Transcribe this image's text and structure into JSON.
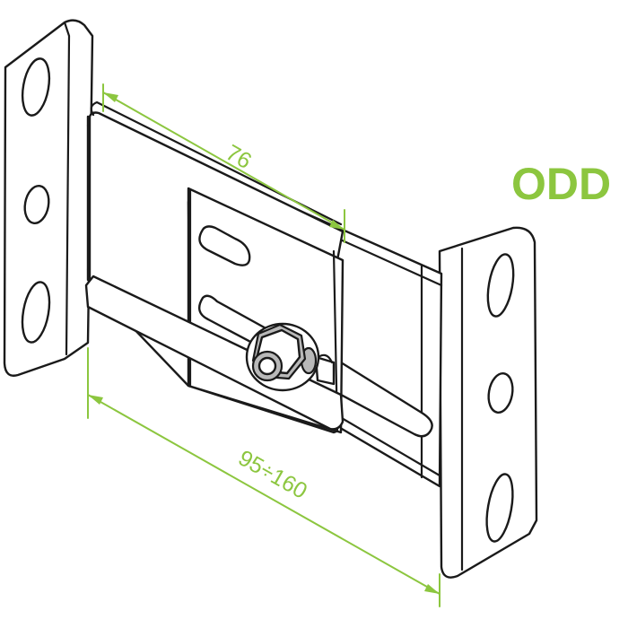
{
  "label": "ODD",
  "dimensions": {
    "top": "76",
    "bottom": "95÷160"
  },
  "colors": {
    "accent": "#8cc63f",
    "line": "#1a1a1a",
    "nut": "#b9b9b9"
  }
}
